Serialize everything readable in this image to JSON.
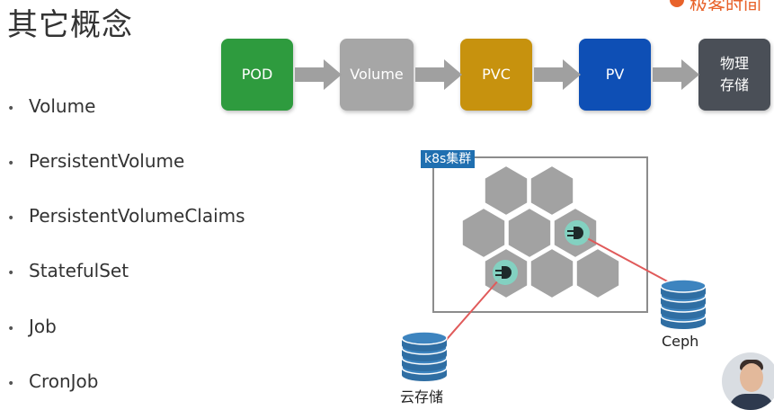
{
  "slide": {
    "title": "其它概念",
    "logo_text": "极客时间"
  },
  "bullets": [
    "Volume",
    "PersistentVolume",
    "PersistentVolumeClaims",
    "StatefulSet",
    "Job",
    "CronJob"
  ],
  "flow": {
    "boxes": [
      {
        "label": "POD",
        "color": "#2e9b3e"
      },
      {
        "label": "Volume",
        "color": "#a6a6a6"
      },
      {
        "label": "PVC",
        "color": "#c7920e"
      },
      {
        "label": "PV",
        "color": "#0e4fb5"
      },
      {
        "label": "物理\n存储",
        "color": "#4a4f57"
      }
    ],
    "arrow_color": "#a0a0a0"
  },
  "cluster": {
    "tag": "k8s集群",
    "hex_color": "#a2a2a2",
    "plug_color": "#7fd6c4",
    "link_color": "#e05a5a",
    "disk_color": "#2f6ea3",
    "storage": [
      {
        "label": "云存储"
      },
      {
        "label": "Ceph"
      }
    ]
  }
}
